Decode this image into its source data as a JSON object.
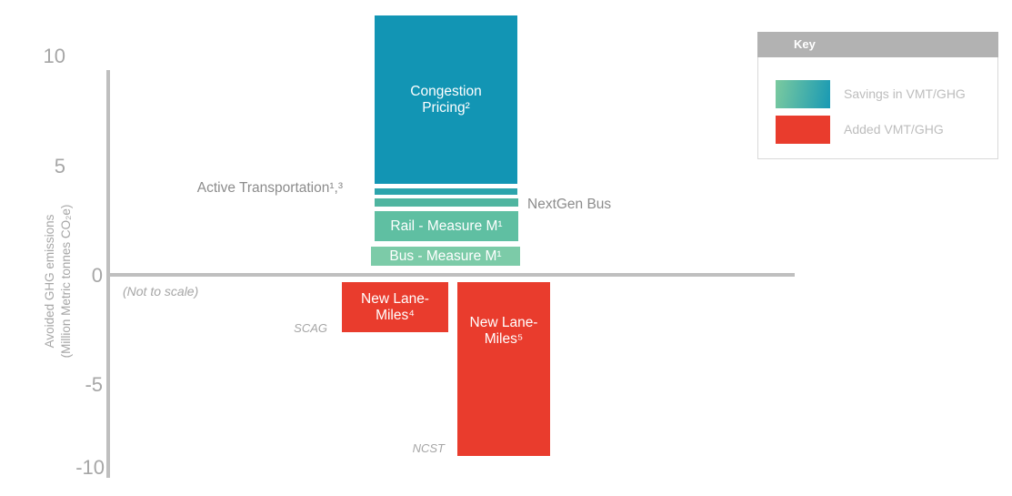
{
  "axis": {
    "y_title_line1": "Avoided GHG emissions",
    "y_title_line2": "(Million Metric tonnes CO₂e)",
    "ticks": [
      {
        "label": "10"
      },
      {
        "label": "5"
      },
      {
        "label": "0"
      },
      {
        "label": "-5"
      },
      {
        "label": "-10"
      }
    ],
    "not_to_scale": "(Not to scale)"
  },
  "bars": {
    "congestion": {
      "label": "Congestion Pricing²",
      "color": "#1295B4"
    },
    "active_transportation": {
      "label": "Active Transportation¹,³",
      "color": "#2CA4AC"
    },
    "nextgen_bus": {
      "label": "NextGen Bus",
      "color": "#4FB5A0"
    },
    "rail": {
      "label": "Rail - Measure M¹",
      "color": "#5FBFA2"
    },
    "bus": {
      "label": "Bus - Measure M¹",
      "color": "#7CCBA8"
    },
    "new_lane_miles_scag": {
      "label": "New Lane-Miles⁴",
      "source": "SCAG",
      "color": "#E93C2D"
    },
    "new_lane_miles_ncst": {
      "label": "New Lane-Miles⁵",
      "source": "NCST",
      "color": "#E93C2D"
    }
  },
  "legend": {
    "title": "Key",
    "entries": [
      {
        "label": "Savings in VMT/GHG",
        "swatch_bg": "linear-gradient(100deg, #7BCA9F 0%, #1899B4 100%)",
        "color_from": "#7BCA9F",
        "color_to": "#1899B4"
      },
      {
        "label": "Added VMT/GHG",
        "swatch_bg": "#E93C2D",
        "color": "#E93C2D"
      }
    ]
  },
  "chart_data": {
    "type": "bar",
    "title": "",
    "xlabel": "",
    "ylabel": "Avoided GHG emissions (Million Metric tonnes CO₂e)",
    "ylim": [
      -10,
      10
    ],
    "yticks": [
      10,
      5,
      0,
      -5,
      -10
    ],
    "grid": false,
    "legend_position": "top-right",
    "legend_title": "Key",
    "legend_entries": [
      "Savings in VMT/GHG",
      "Added VMT/GHG"
    ],
    "annotation": "(Not to scale)",
    "series": [
      {
        "name": "Congestion Pricing²",
        "from": 4.2,
        "to": 11.9,
        "group": "Savings in VMT/GHG",
        "color": "#1295B4"
      },
      {
        "name": "Active Transportation¹,³",
        "from": 3.7,
        "to": 4.0,
        "group": "Savings in VMT/GHG",
        "color": "#2CA4AC"
      },
      {
        "name": "NextGen Bus",
        "from": 3.2,
        "to": 3.5,
        "group": "Savings in VMT/GHG",
        "color": "#4FB5A0"
      },
      {
        "name": "Rail - Measure M¹",
        "from": 1.6,
        "to": 3.0,
        "group": "Savings in VMT/GHG",
        "color": "#5FBFA2"
      },
      {
        "name": "Bus - Measure M¹",
        "from": 0.4,
        "to": 1.3,
        "group": "Savings in VMT/GHG",
        "color": "#7CCBA8"
      },
      {
        "name": "New Lane-Miles⁴",
        "source": "SCAG",
        "from": -0.3,
        "to": -2.6,
        "group": "Added VMT/GHG",
        "color": "#E93C2D"
      },
      {
        "name": "New Lane-Miles⁵",
        "source": "NCST",
        "from": -0.3,
        "to": -8.2,
        "group": "Added VMT/GHG",
        "color": "#E93C2D"
      }
    ]
  }
}
